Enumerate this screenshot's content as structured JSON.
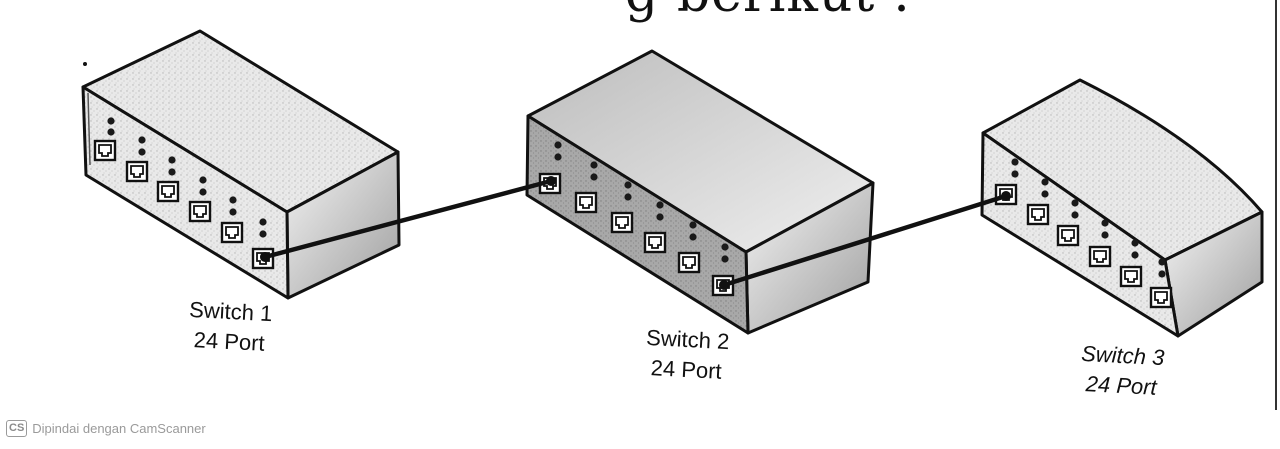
{
  "heading": "g       berikut :",
  "switches": [
    {
      "name": "Switch 1",
      "ports": "24 Port"
    },
    {
      "name": "Switch 2",
      "ports": "24 Port"
    },
    {
      "name": "Switch 3",
      "ports": "24 Port"
    }
  ],
  "connections": [
    {
      "from": "Switch 1",
      "to": "Switch 2"
    },
    {
      "from": "Switch 2",
      "to": "Switch 3"
    }
  ],
  "watermark": {
    "logo": "CS",
    "text": "Dipindai dengan CamScanner"
  }
}
